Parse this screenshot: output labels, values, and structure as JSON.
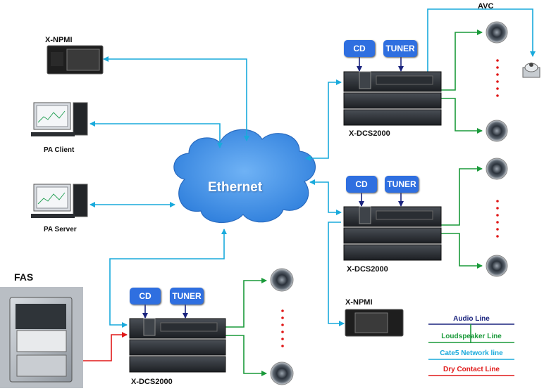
{
  "title_avc": "AVC",
  "network": {
    "label": "Ethernet"
  },
  "devices": {
    "npmi_top": "X-NPMI",
    "pa_client": "PA Client",
    "pa_server": "PA Server",
    "fas": "FAS",
    "dcs_top": "X-DCS2000",
    "dcs_mid": "X-DCS2000",
    "dcs_bottom": "X-DCS2000",
    "npmi_right": "X-NPMI"
  },
  "sources": {
    "cd_label": "CD",
    "tuner_label": "TUNER"
  },
  "legend": [
    {
      "label": "Audio Line",
      "color": "#1a237e"
    },
    {
      "label": "Loudspeaker Line",
      "color": "#1a9a3a"
    },
    {
      "label": "Cate5 Network line",
      "color": "#19aadc"
    },
    {
      "label": "Dry Contact Line",
      "color": "#e01818"
    }
  ],
  "colors": {
    "network": "#19aadc",
    "audio": "#1a237e",
    "speaker": "#1a9a3a",
    "dry_contact": "#e01818",
    "cloud_fill": "#3d8ee6",
    "pill": "#2f6fe0"
  },
  "ellipsis": "......"
}
